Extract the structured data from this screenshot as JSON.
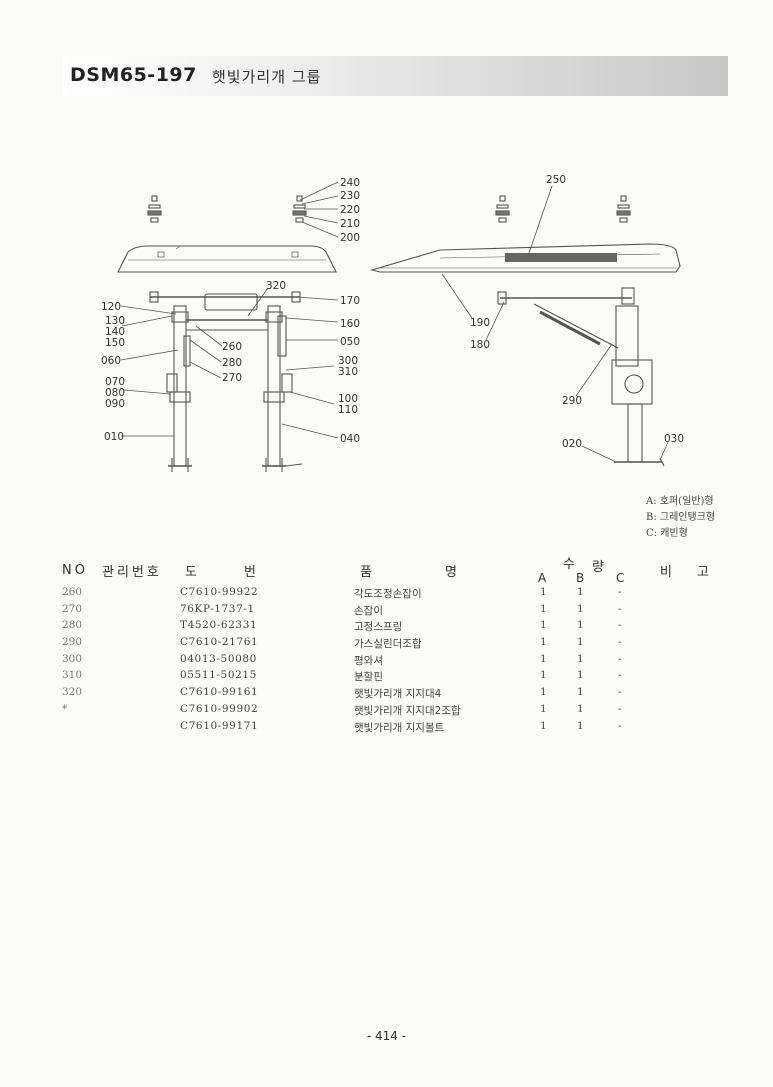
{
  "header": {
    "doc_code": "DSM65-197",
    "group_title": "햇빛가리개 그룹"
  },
  "diagram": {
    "left_labels": {
      "l120": "120",
      "l130": "130",
      "l140": "140",
      "l150": "150",
      "l060": "060",
      "l070": "070",
      "l080": "080",
      "l090": "090",
      "l010": "010",
      "l260": "260",
      "l280": "280",
      "l270": "270",
      "l320": "320",
      "l240": "240",
      "l230": "230",
      "l220": "220",
      "l210": "210",
      "l200": "200",
      "l170": "170",
      "l160": "160",
      "l050": "050",
      "l300": "300",
      "l310": "310",
      "l100": "100",
      "l110": "110",
      "l040": "040"
    },
    "right_labels": {
      "l250": "250",
      "l190": "190",
      "l180": "180",
      "l290": "290",
      "l020": "020",
      "l030": "030"
    }
  },
  "legend": {
    "a": "A: 호퍼(일반)형",
    "b": "B: 그레인탱크형",
    "c": "C: 캐빈형"
  },
  "table": {
    "headers": {
      "no": "NO",
      "mgmt_no": "관리번호",
      "drawing_no_1": "도",
      "drawing_no_2": "번",
      "name_1": "품",
      "name_2": "명",
      "qty_1": "수",
      "qty_2": "량",
      "qty_a": "A",
      "qty_b": "B",
      "qty_c": "C",
      "remarks_1": "비",
      "remarks_2": "고"
    },
    "rows": [
      {
        "no": "260",
        "part": "C7610-99922",
        "desc": "각도조정손잡이",
        "a": "1",
        "b": "1",
        "c": "-"
      },
      {
        "no": "270",
        "part": "76KP-1737-1",
        "desc": "손잡이",
        "a": "1",
        "b": "1",
        "c": "-"
      },
      {
        "no": "280",
        "part": "T4520-62331",
        "desc": "고정스프링",
        "a": "1",
        "b": "1",
        "c": "-"
      },
      {
        "no": "290",
        "part": "C7610-21761",
        "desc": "가스실린더조합",
        "a": "1",
        "b": "1",
        "c": "-"
      },
      {
        "no": "300",
        "part": "04013-50080",
        "desc": "평와셔",
        "a": "1",
        "b": "1",
        "c": "-"
      },
      {
        "no": "310",
        "part": "05511-50215",
        "desc": "분할핀",
        "a": "1",
        "b": "1",
        "c": "-"
      },
      {
        "no": "320",
        "part": "C7610-99161",
        "desc": "햇빛가리개 지지대4",
        "a": "1",
        "b": "1",
        "c": "-"
      },
      {
        "no": "*",
        "part": "C7610-99902",
        "desc": "햇빛가리개 지지대2조합",
        "a": "1",
        "b": "1",
        "c": "-"
      },
      {
        "no": "",
        "part": "C7610-99171",
        "desc": "햇빛가리개 지지볼트",
        "a": "1",
        "b": "1",
        "c": "-"
      }
    ]
  },
  "footer": {
    "page": "- 414 -"
  }
}
